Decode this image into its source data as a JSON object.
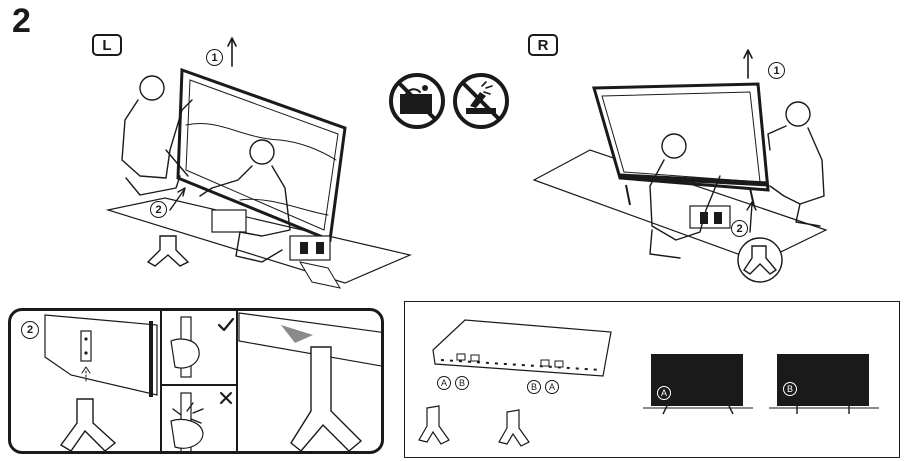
{
  "step": {
    "number": "2"
  },
  "sides": {
    "left": "L",
    "right": "R"
  },
  "steps": {
    "one": "1",
    "two": "2"
  },
  "detail_panel": {
    "step": "2"
  },
  "compat": {
    "a": "A",
    "b": "B"
  },
  "icons": [
    "no-water-icon",
    "no-chemical-icon",
    "check-icon",
    "cross-icon",
    "arrow-up-icon"
  ]
}
